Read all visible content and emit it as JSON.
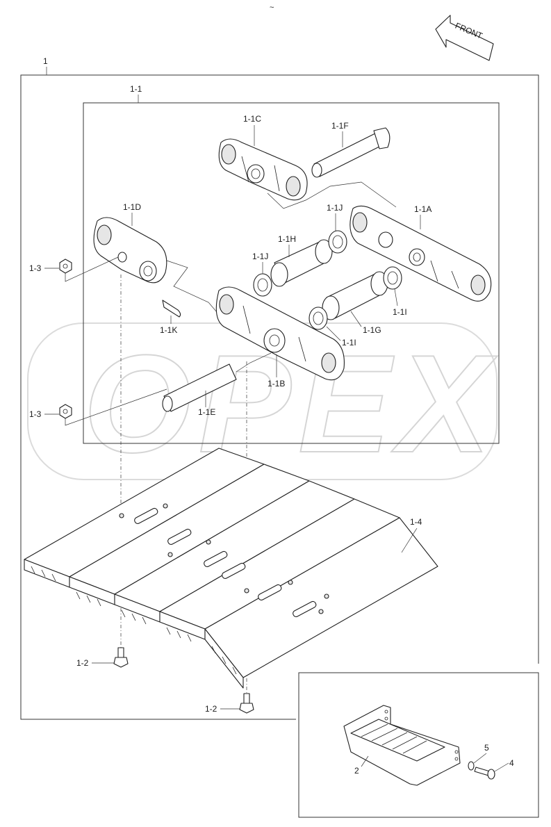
{
  "header": {
    "mark": "~"
  },
  "front_arrow": {
    "label": "FRONT"
  },
  "watermark": {
    "text": "OPEX"
  },
  "labels": {
    "p1": "1",
    "p1_1": "1-1",
    "p1_1A": "1-1A",
    "p1_1B": "1-1B",
    "p1_1C": "1-1C",
    "p1_1D": "1-1D",
    "p1_1E": "1-1E",
    "p1_1F": "1-1F",
    "p1_1G": "1-1G",
    "p1_1H": "1-1H",
    "p1_1I_a": "1-1I",
    "p1_1I_b": "1-1I",
    "p1_1J_a": "1-1J",
    "p1_1J_b": "1-1J",
    "p1_1K": "1-1K",
    "p1_2_a": "1-2",
    "p1_2_b": "1-2",
    "p1_3_a": "1-3",
    "p1_3_b": "1-3",
    "p1_4": "1-4",
    "p2": "2",
    "p4": "4",
    "p5": "5"
  }
}
